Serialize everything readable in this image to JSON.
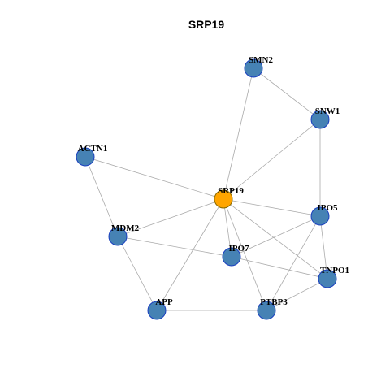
{
  "title": "SRP19",
  "colors": {
    "node_fill": "#4682b4",
    "center_fill": "#ffa500",
    "edge": "#aaaaaa"
  },
  "network": {
    "nodes": [
      {
        "id": "SRP19",
        "label": "SRP19",
        "center": true
      },
      {
        "id": "SMN2",
        "label": "SMN2"
      },
      {
        "id": "SNW1",
        "label": "SNW1"
      },
      {
        "id": "ACTN1",
        "label": "ACTN1"
      },
      {
        "id": "IPO5",
        "label": "IPO5"
      },
      {
        "id": "MDM2",
        "label": "MDM2"
      },
      {
        "id": "IPO7",
        "label": "IPO7"
      },
      {
        "id": "TNPO1",
        "label": "TNPO1"
      },
      {
        "id": "APP",
        "label": "APP"
      },
      {
        "id": "PTBP3",
        "label": "PTBP3"
      }
    ],
    "edges": [
      [
        "SMN2",
        "SNW1"
      ],
      [
        "SMN2",
        "SRP19"
      ],
      [
        "SNW1",
        "SRP19"
      ],
      [
        "SNW1",
        "IPO5"
      ],
      [
        "ACTN1",
        "SRP19"
      ],
      [
        "ACTN1",
        "MDM2"
      ],
      [
        "SRP19",
        "MDM2"
      ],
      [
        "SRP19",
        "IPO5"
      ],
      [
        "SRP19",
        "IPO7"
      ],
      [
        "SRP19",
        "TNPO1"
      ],
      [
        "SRP19",
        "APP"
      ],
      [
        "SRP19",
        "PTBP3"
      ],
      [
        "MDM2",
        "IPO7"
      ],
      [
        "MDM2",
        "APP"
      ],
      [
        "IPO5",
        "IPO7"
      ],
      [
        "IPO5",
        "TNPO1"
      ],
      [
        "IPO5",
        "PTBP3"
      ],
      [
        "IPO7",
        "TNPO1"
      ],
      [
        "TNPO1",
        "PTBP3"
      ],
      [
        "APP",
        "PTBP3"
      ]
    ]
  }
}
